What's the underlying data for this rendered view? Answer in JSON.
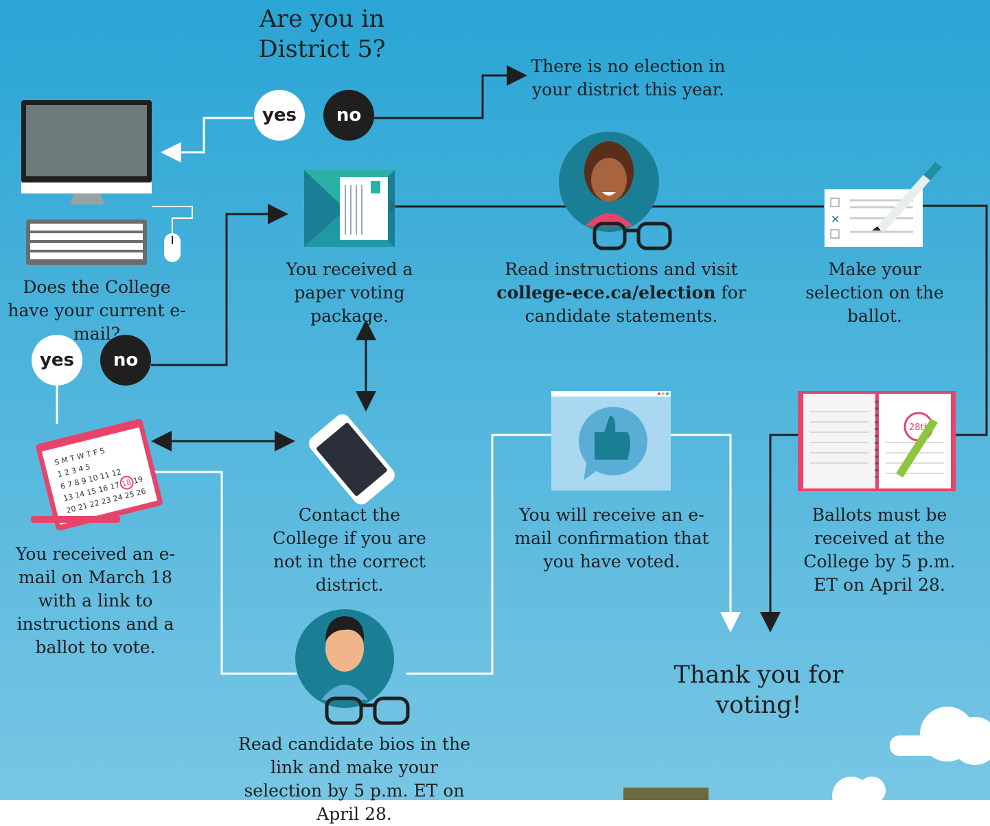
{
  "colors": {
    "sky_top": "#2aa5d5",
    "sky_bottom": "#78c6e4",
    "teal": "#1f8fa8",
    "pink": "#e8446b",
    "dark": "#1f1f1f"
  },
  "question_district": "Are you in District 5?",
  "district_yes": "yes",
  "district_no": "no",
  "no_election": "There is no election in your district this year.",
  "email_question": "Does the College have your current e-mail?",
  "email_yes": "yes",
  "email_no": "no",
  "paper_package": "You received a paper voting package.",
  "read_instructions_before": "Read instructions and visit",
  "read_instructions_url": "college-ece.ca/election",
  "read_instructions_after": "for candidate statements.",
  "make_selection": "Make your selection on the ballot.",
  "email_received": "You received an e-mail on March 18 with a link to instructions and a ballot to vote.",
  "contact_college": "Contact the College if you are not in the correct district.",
  "email_confirmation": "You will receive an e-mail confirmation that you have voted.",
  "ballots_deadline": "Ballots must be received at the College by 5 p.m. ET on April 28.",
  "thank_you": "Thank you for voting!",
  "read_bios": "Read candidate bios in the link and make your selection by 5 p.m. ET on April 28.",
  "calendar_days": "S M T W T F S",
  "calendar_mark": "18",
  "notebook_mark": "28th"
}
